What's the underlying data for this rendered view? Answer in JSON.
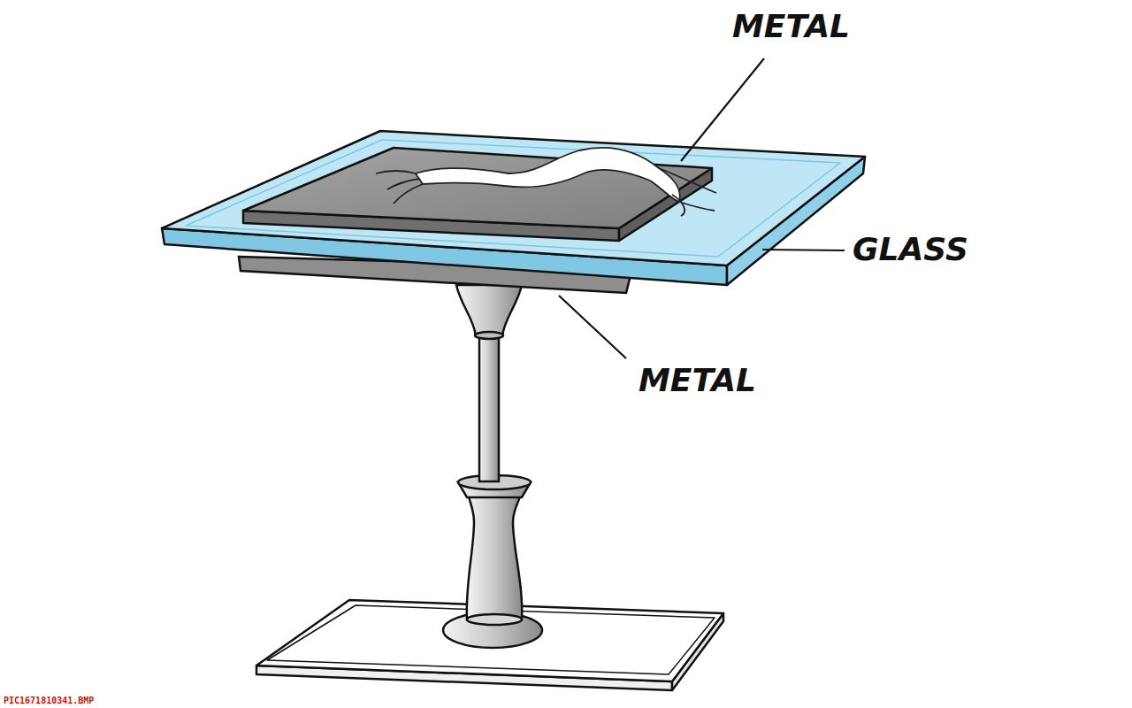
{
  "diagram": {
    "labels": [
      "METAL",
      "GLASS",
      "METAL",
      "PIC1671810341.BMP"
    ]
  }
}
